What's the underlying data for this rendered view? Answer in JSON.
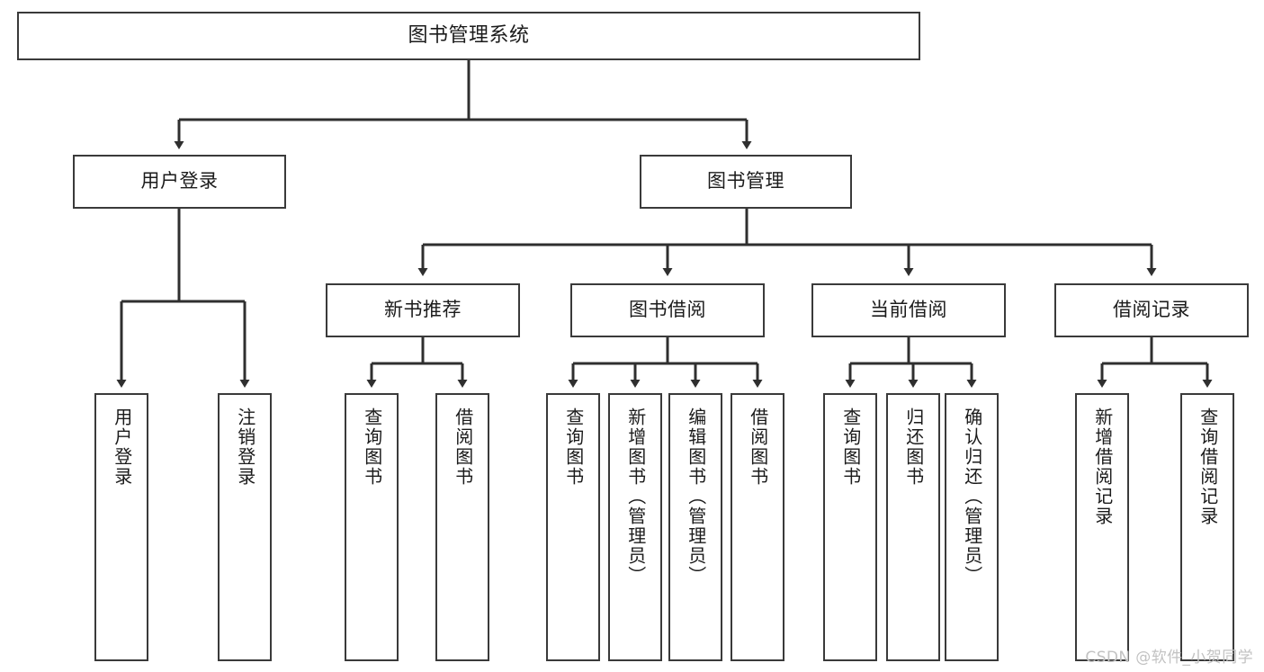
{
  "diagram": {
    "title": "图书管理系统",
    "type": "tree-hierarchy-chart",
    "watermark": "CSDN @软件_小贺同学",
    "colors": {
      "box_border": "#3a3a3a",
      "box_fill": "#ffffff",
      "edge": "#2f2f2f",
      "text": "#1b1b1b",
      "watermark": "#c2c2c2",
      "background": "#ffffff"
    },
    "nodes": {
      "root": {
        "label": "图书管理系统"
      },
      "level1": [
        {
          "id": "user-login",
          "label": "用户登录"
        },
        {
          "id": "book-manage",
          "label": "图书管理"
        }
      ],
      "level2": [
        {
          "id": "new-book-recommend",
          "label": "新书推荐"
        },
        {
          "id": "book-borrow",
          "label": "图书借阅"
        },
        {
          "id": "current-borrow",
          "label": "当前借阅"
        },
        {
          "id": "borrow-record",
          "label": "借阅记录"
        }
      ],
      "leaves": {
        "user-login": [
          {
            "id": "leaf-user-login",
            "label": "用户登录"
          },
          {
            "id": "leaf-user-logout",
            "label": "注销登录"
          }
        ],
        "new-book-recommend": [
          {
            "id": "leaf-query-book-1",
            "label": "查询图书"
          },
          {
            "id": "leaf-borrow-book-1",
            "label": "借阅图书"
          }
        ],
        "book-borrow": [
          {
            "id": "leaf-query-book-2",
            "label": "查询图书"
          },
          {
            "id": "leaf-add-book",
            "label": "新增图书（管理员）"
          },
          {
            "id": "leaf-edit-book",
            "label": "编辑图书（管理员）"
          },
          {
            "id": "leaf-borrow-book-2",
            "label": "借阅图书"
          }
        ],
        "current-borrow": [
          {
            "id": "leaf-query-book-3",
            "label": "查询图书"
          },
          {
            "id": "leaf-return-book",
            "label": "归还图书"
          },
          {
            "id": "leaf-confirm-return",
            "label": "确认归还（管理员）"
          }
        ],
        "borrow-record": [
          {
            "id": "leaf-add-record",
            "label": "新增借阅记录"
          },
          {
            "id": "leaf-query-record",
            "label": "查询借阅记录"
          }
        ]
      }
    }
  }
}
